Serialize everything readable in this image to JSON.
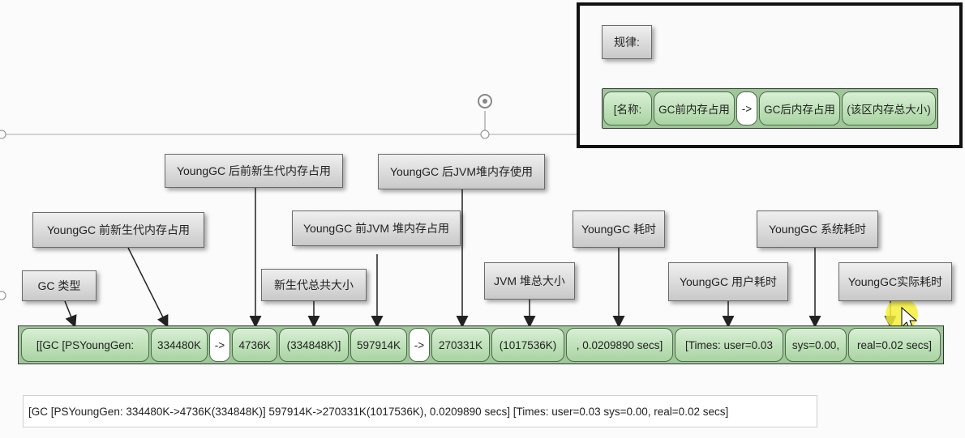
{
  "legend": {
    "title": "规律:",
    "cells": [
      "[名称:",
      "GC前内存占用",
      "->",
      "GC后内存占用",
      "(该区内存总大小)"
    ]
  },
  "callouts": {
    "gc_type": "GC 类型",
    "young_before": "YoungGC 前新生代内存占用",
    "young_after": "YoungGC 后前新生代内存占用",
    "young_total": "新生代总共大小",
    "heap_before": "YoungGC 前JVM 堆内存占用",
    "heap_after": "YoungGC 后JVM堆内存使用",
    "heap_total": "JVM 堆总大小",
    "gc_time": "YoungGC 耗时",
    "user_time": "YoungGC 用户耗时",
    "sys_time": "YoungGC 系统耗时",
    "real_time": "YoungGC实际耗时"
  },
  "log_cells": [
    "[[GC [PSYoungGen:",
    "334480K",
    "->",
    "4736K",
    "(334848K)]",
    "597914K",
    "->",
    "270331K",
    "(1017536K)",
    ", 0.0209890 secs]",
    "[Times: user=0.03",
    "sys=0.00,",
    "real=0.02 secs]"
  ],
  "full_log": "[GC [PSYoungGen: 334480K->4736K(334848K)] 597914K->270331K(1017536K), 0.0209890 secs] [Times: user=0.03 sys=0.00, real=0.02 secs]"
}
